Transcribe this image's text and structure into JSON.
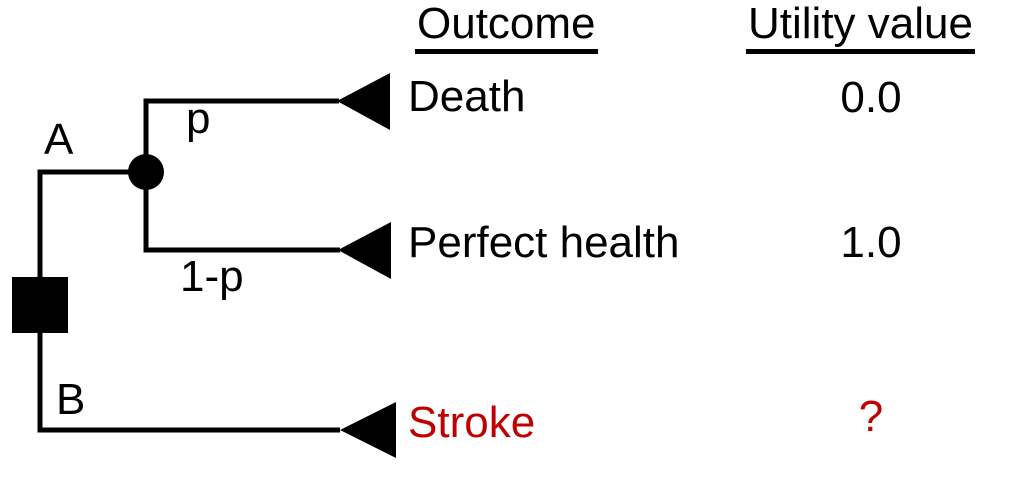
{
  "page": {
    "background": "#ffffff"
  },
  "colors": {
    "line": "#000000",
    "text": "#000000",
    "unknown_red": "#C00000"
  },
  "table": {
    "headers": {
      "outcome": "Outcome",
      "utility": "Utility value"
    },
    "rows": [
      {
        "outcome": "Death",
        "utility": "0.0",
        "color": "#000000"
      },
      {
        "outcome": "Perfect health",
        "utility": "1.0",
        "color": "#000000"
      },
      {
        "outcome": "Stroke",
        "utility": "?",
        "color": "#C00000"
      }
    ]
  },
  "tree": {
    "option_a_label": "A",
    "option_b_label": "B",
    "probability_label": "p",
    "complement_probability_label": "1-p"
  }
}
